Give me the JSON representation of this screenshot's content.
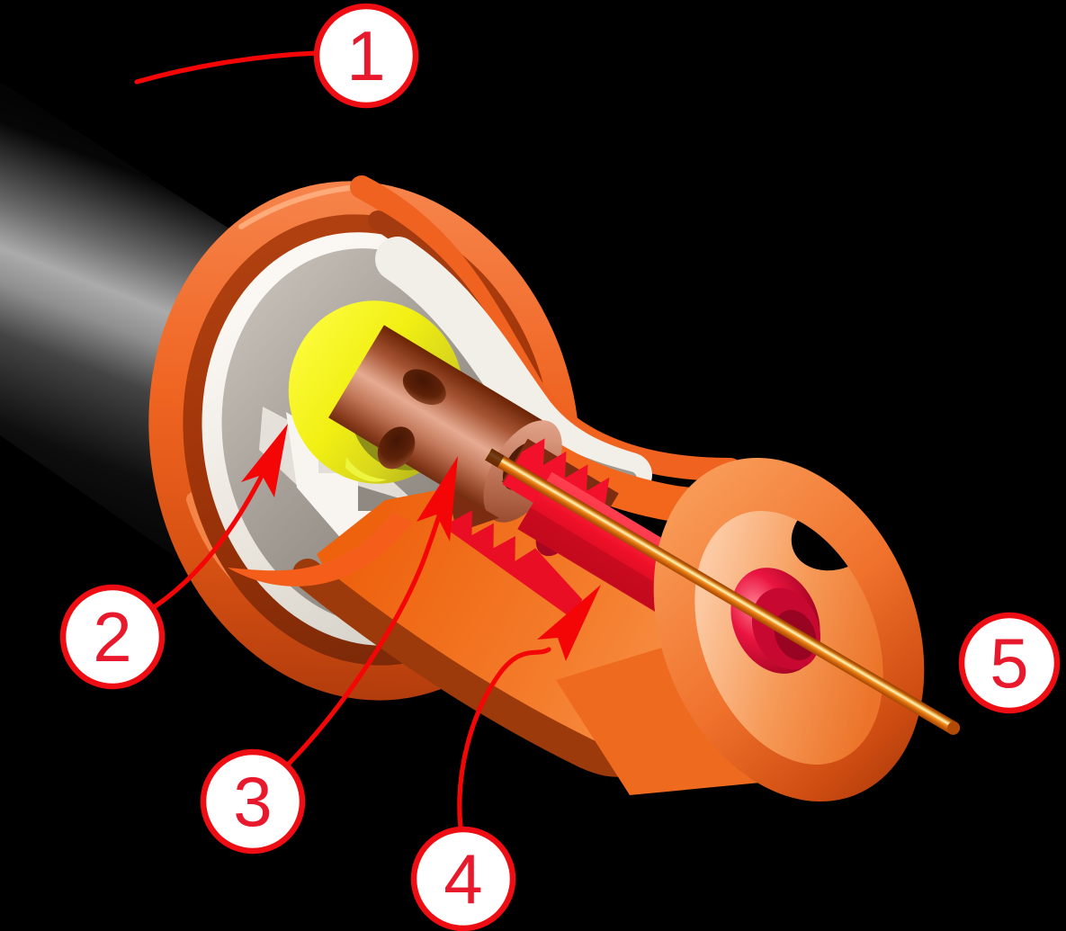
{
  "figure": {
    "kind": "cutaway-diagram",
    "subject": "tig-welding-torch-cross-section"
  },
  "callouts": [
    {
      "id": "callout-1",
      "label": "1",
      "target": "power-cable"
    },
    {
      "id": "callout-2",
      "label": "2",
      "target": "ceramic-nozzle-insulator"
    },
    {
      "id": "callout-3",
      "label": "3",
      "target": "collet-body"
    },
    {
      "id": "callout-4",
      "label": "4",
      "target": "collet"
    },
    {
      "id": "callout-5",
      "label": "5",
      "target": "tungsten-electrode"
    }
  ],
  "colors": {
    "background": "#000000",
    "callout_ring_red": "#ee0d12",
    "callout_number_red": "#e8192c",
    "leader_red": "#f40606",
    "torch_body_orange": "#f3641d",
    "torch_body_dark_orange": "#9c3a0c",
    "ceramic_white": "#f2eee8",
    "ceramic_gray": "#a59f97",
    "insulator_yellow": "#f1ef12",
    "collet_body_copper": "#c05f3c",
    "collet_red": "#f2102a",
    "back_cap_crimson": "#c70931",
    "electrode_orange": "#e8730f",
    "electrode_highlight": "#fff3c0",
    "cable_gray": "#ababab"
  }
}
